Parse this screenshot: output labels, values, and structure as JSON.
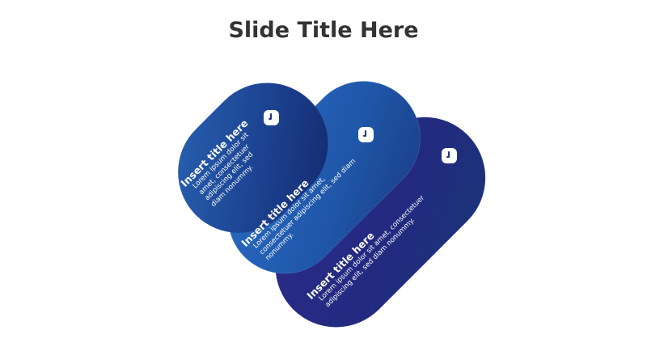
{
  "slide": {
    "title": "Slide Title Here"
  },
  "items": [
    {
      "title": "Insert title here",
      "body": "Lorem ipsum dolor sit amet, consectetuer adipiscing elit, sed diam nonummy.",
      "icon": "clock-icon"
    },
    {
      "title": "Insert title here",
      "body": "Lorem ipsum dolor sit amet, consectetuer adipiscing elit, sed diam nonummy.",
      "icon": "clock-icon"
    },
    {
      "title": "Insert title here",
      "body": "Lorem ipsum dolor sit amet, consectetuer adipiscing elit, sed diam nonummy.",
      "icon": "clock-icon"
    }
  ],
  "colors": {
    "title": "#333333",
    "band_light": "#2563b8",
    "band_mid": "#1d4f9e",
    "band_dark": "#243080",
    "band_deep": "#1b2a6e",
    "text": "#ffffff"
  }
}
